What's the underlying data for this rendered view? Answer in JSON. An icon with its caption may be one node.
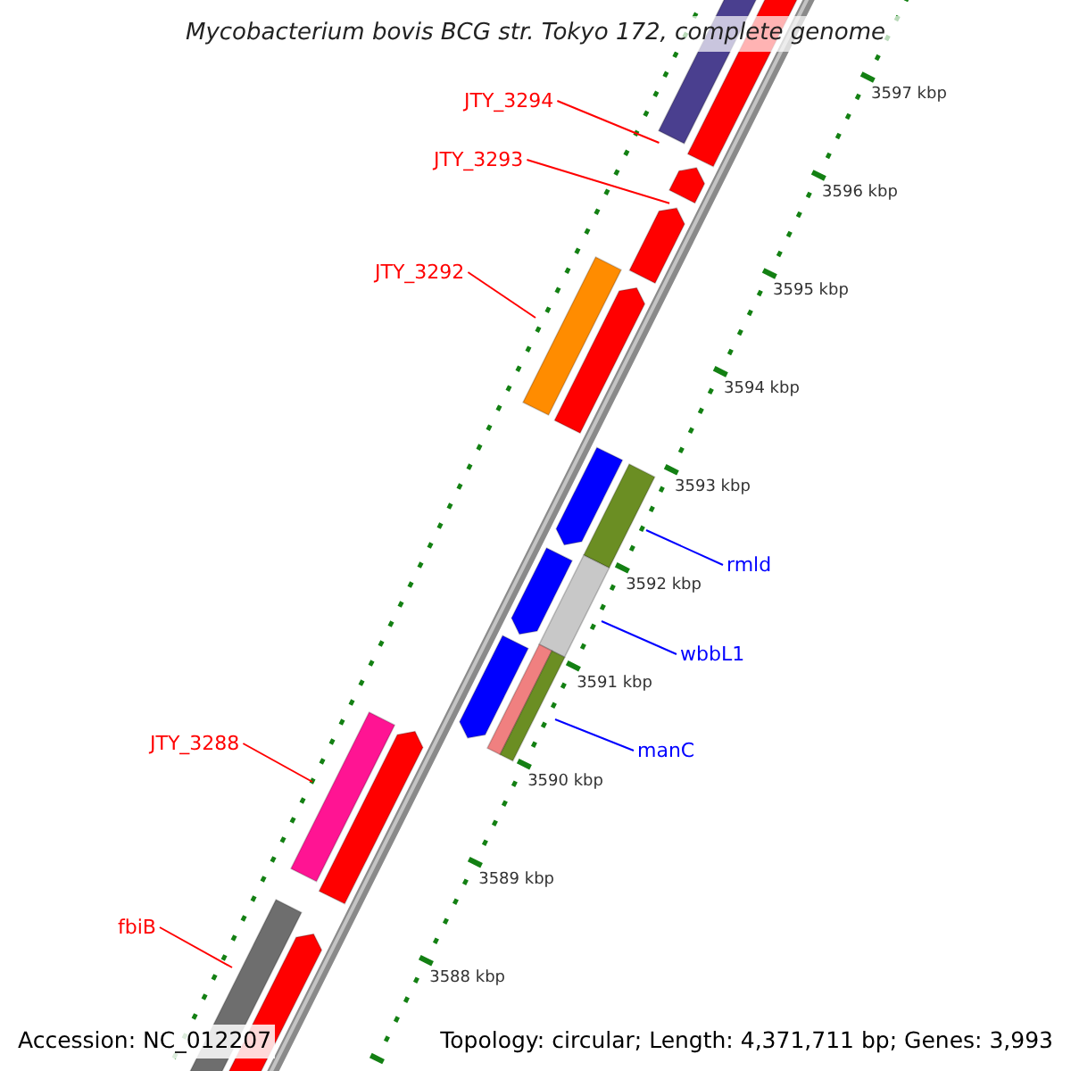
{
  "diagram": {
    "title": "Mycobacterium bovis BCG str. Tokyo 172, complete genome",
    "nodes": [
      {
        "text": [
          "JTY_3294"
        ]
      },
      {
        "text": [],
        "shape": "bar"
      },
      {
        "text": [
          "JTY_3293"
        ]
      },
      {
        "text": [],
        "shape": "bar"
      },
      {
        "text": [
          "JTY_3292"
        ]
      },
      {
        "text": [],
        "shape": "bar"
      },
      {
        "text": [
          "JTY_3288"
        ]
      },
      {
        "text": [],
        "shape": "bar"
      },
      {
        "text": [
          "fbiB"
        ]
      },
      {
        "text": [],
        "shape": "bar"
      },
      {
        "text": [
          "rmld"
        ]
      },
      {
        "text": [],
        "shape": "bar"
      },
      {
        "text": [
          "wbbL1"
        ]
      },
      {
        "text": [],
        "shape": "bar"
      },
      {
        "text": [
          "manC"
        ]
      },
      {
        "text": [],
        "shape": "bar"
      }
    ],
    "edges": [
      {
        "from": 0,
        "to": 1,
        "arrow": "none",
        "color": "#ff0000"
      },
      {
        "from": 2,
        "to": 3,
        "arrow": "none",
        "color": "#ff0000"
      },
      {
        "from": 4,
        "to": 5,
        "arrow": "none",
        "color": "#ff0000"
      },
      {
        "from": 6,
        "to": 7,
        "arrow": "none",
        "color": "#ff0000"
      },
      {
        "from": 8,
        "to": 9,
        "arrow": "none",
        "color": "#ff0000"
      },
      {
        "from": 10,
        "to": 11,
        "arrow": "none",
        "color": "#0000ff"
      },
      {
        "from": 12,
        "to": 13,
        "arrow": "none",
        "color": "#0000ff"
      },
      {
        "from": 14,
        "to": 15,
        "arrow": "none",
        "color": "#0000ff"
      }
    ],
    "labels": [
      "3597 kbp",
      "3596 kbp",
      "3595 kbp",
      "3594 kbp",
      "3593 kbp",
      "3592 kbp",
      "3591 kbp",
      "3590 kbp",
      "3589 kbp",
      "3588 kbp",
      "Accession: NC_012207",
      "Topology: circular; Length: 4,371,711 bp; Genes: 3,993"
    ]
  }
}
